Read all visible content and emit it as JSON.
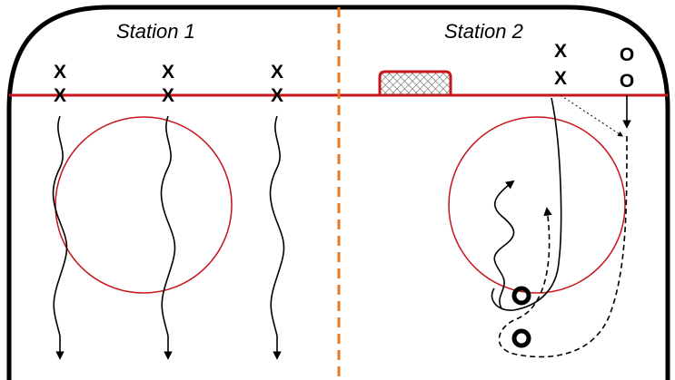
{
  "diagram": {
    "station_1_label": "Station 1",
    "station_2_label": "Station 2",
    "player_x": "X",
    "player_o": "O",
    "colors": {
      "rink_line": "#c8151b",
      "center_divider": "#e87722",
      "ink": "#000000"
    },
    "icons": [
      "hockey-net-icon",
      "puck-icon"
    ]
  }
}
